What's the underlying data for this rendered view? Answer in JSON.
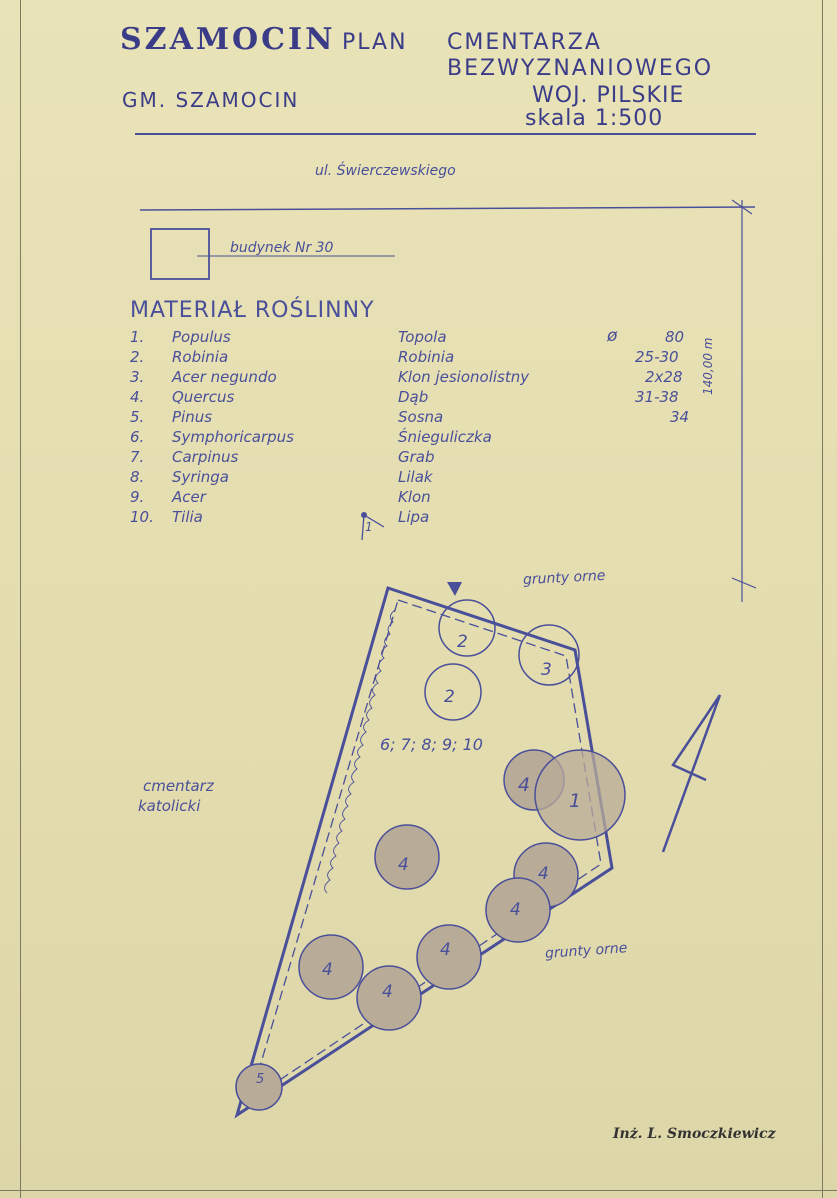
{
  "header": {
    "town": "SZAMOCIN",
    "plan_line1": "PLAN",
    "plan_line1b": "CMENTARZA",
    "plan_line2": "BEZWYZNANIOWEGO",
    "gmina": "GM. SZAMOCIN",
    "voivodeship": "WOJ. PILSKIE",
    "scale": "skala  1:500"
  },
  "street": "ul. Świerczewskiego",
  "building_legend": "budynek Nr 30",
  "plants": {
    "heading": "MATERIAŁ ROŚLINNY",
    "diameter_symbol": "ø",
    "rows": [
      {
        "no": "1.",
        "latin": "Populus",
        "polish": "Topola",
        "size": "80"
      },
      {
        "no": "2.",
        "latin": "Robinia",
        "polish": "Robinia",
        "size": "25-30"
      },
      {
        "no": "3.",
        "latin": "Acer negundo",
        "polish": "Klon jesionolistny",
        "size": "2x28"
      },
      {
        "no": "4.",
        "latin": "Quercus",
        "polish": "Dąb",
        "size": "31-38"
      },
      {
        "no": "5.",
        "latin": "Pinus",
        "polish": "Sosna",
        "size": "34"
      },
      {
        "no": "6.",
        "latin": "Symphoricarpus",
        "polish": "Śnieguliczka",
        "size": ""
      },
      {
        "no": "7.",
        "latin": "Carpinus",
        "polish": "Grab",
        "size": ""
      },
      {
        "no": "8.",
        "latin": "Syringa",
        "polish": "Lilak",
        "size": ""
      },
      {
        "no": "9.",
        "latin": "Acer",
        "polish": "Klon",
        "size": ""
      },
      {
        "no": "10.",
        "latin": "Tilia",
        "polish": "Lipa",
        "size": ""
      }
    ]
  },
  "map_labels": {
    "dimension": "140,00 m",
    "fields_top": "grunty orne",
    "fields_right": "grunty orne",
    "cemetery_line1": "cmentarz",
    "cemetery_line2": "katolicki",
    "inner_group": "6; 7; 8; 9; 10",
    "north_arrow_number": "1"
  },
  "trees": [
    {
      "label": "2"
    },
    {
      "label": "2"
    },
    {
      "label": "3"
    },
    {
      "label": "4"
    },
    {
      "label": "1"
    },
    {
      "label": "4"
    },
    {
      "label": "4"
    },
    {
      "label": "4"
    },
    {
      "label": "4"
    },
    {
      "label": "4"
    },
    {
      "label": "4"
    },
    {
      "label": "5"
    }
  ],
  "signature": "Inż. L. Smoczkiewicz",
  "colors": {
    "paper": "#e6e0b4",
    "ink": "#4a4f9a",
    "stamp": "#3b3c88",
    "tree_fill": "#b8ab98"
  }
}
